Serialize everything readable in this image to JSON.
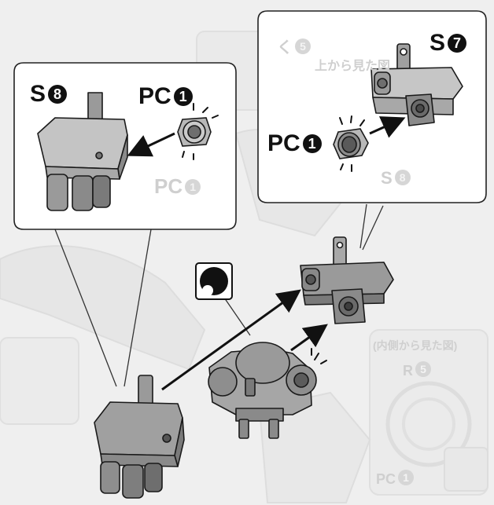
{
  "labels": {
    "s8_prefix": "S",
    "s8_num": "8",
    "s7_prefix": "S",
    "s7_num": "7",
    "pc1_left_prefix": "PC",
    "pc1_left_num": "1",
    "pc1_right_prefix": "PC",
    "pc1_right_num": "1"
  },
  "background_text": {
    "top_tag": "く",
    "top_tag_num": "5",
    "top_caption": "上から見た図",
    "pc_ghost": "PC",
    "pc_ghost_num": "1",
    "side_caption": "(内側から見た図)",
    "r_ghost": "R",
    "r_ghost_num": "5",
    "s_ghost": "S",
    "s_ghost_num": "8",
    "pc_bottom": "PC",
    "pc_bottom_num": "1"
  },
  "colors": {
    "part_light": "#c4c4c4",
    "part_mid": "#9a9a9a",
    "part_dark": "#6e6e6e",
    "outline": "#1a1a1a",
    "callout_bg": "#ffffff",
    "paper": "#efefef"
  }
}
